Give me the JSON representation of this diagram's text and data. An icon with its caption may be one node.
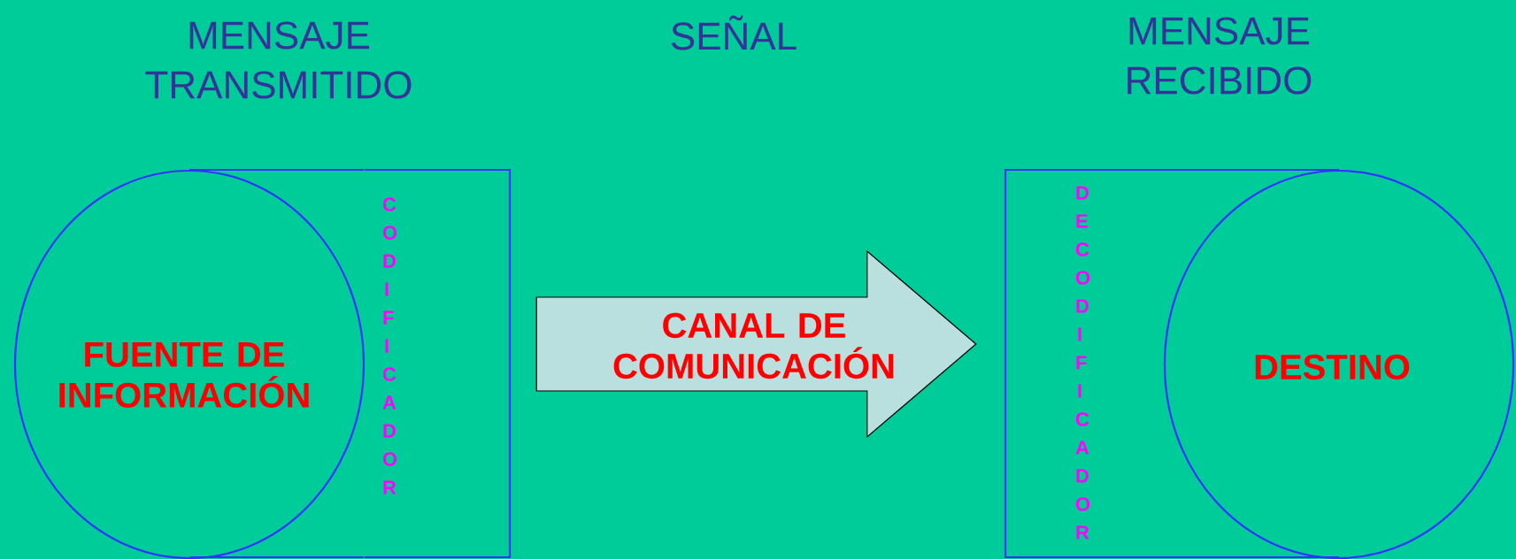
{
  "diagram": {
    "nodes": [
      {
        "text": [
          "FUENTE DE INFORMACIÓN"
        ]
      },
      {
        "text": [
          "CODIFICADOR"
        ]
      },
      {
        "text": [
          "DECODIFICADOR"
        ]
      },
      {
        "text": [
          "DESTINO"
        ]
      }
    ],
    "edges": [
      {
        "from": 1,
        "to": 2,
        "arrow": "to",
        "label": "CANAL DE COMUNICACIÓN"
      }
    ],
    "labels": [
      "MENSAJE TRANSMITIDO",
      "SEÑAL",
      "MENSAJE RECIBIDO"
    ]
  }
}
